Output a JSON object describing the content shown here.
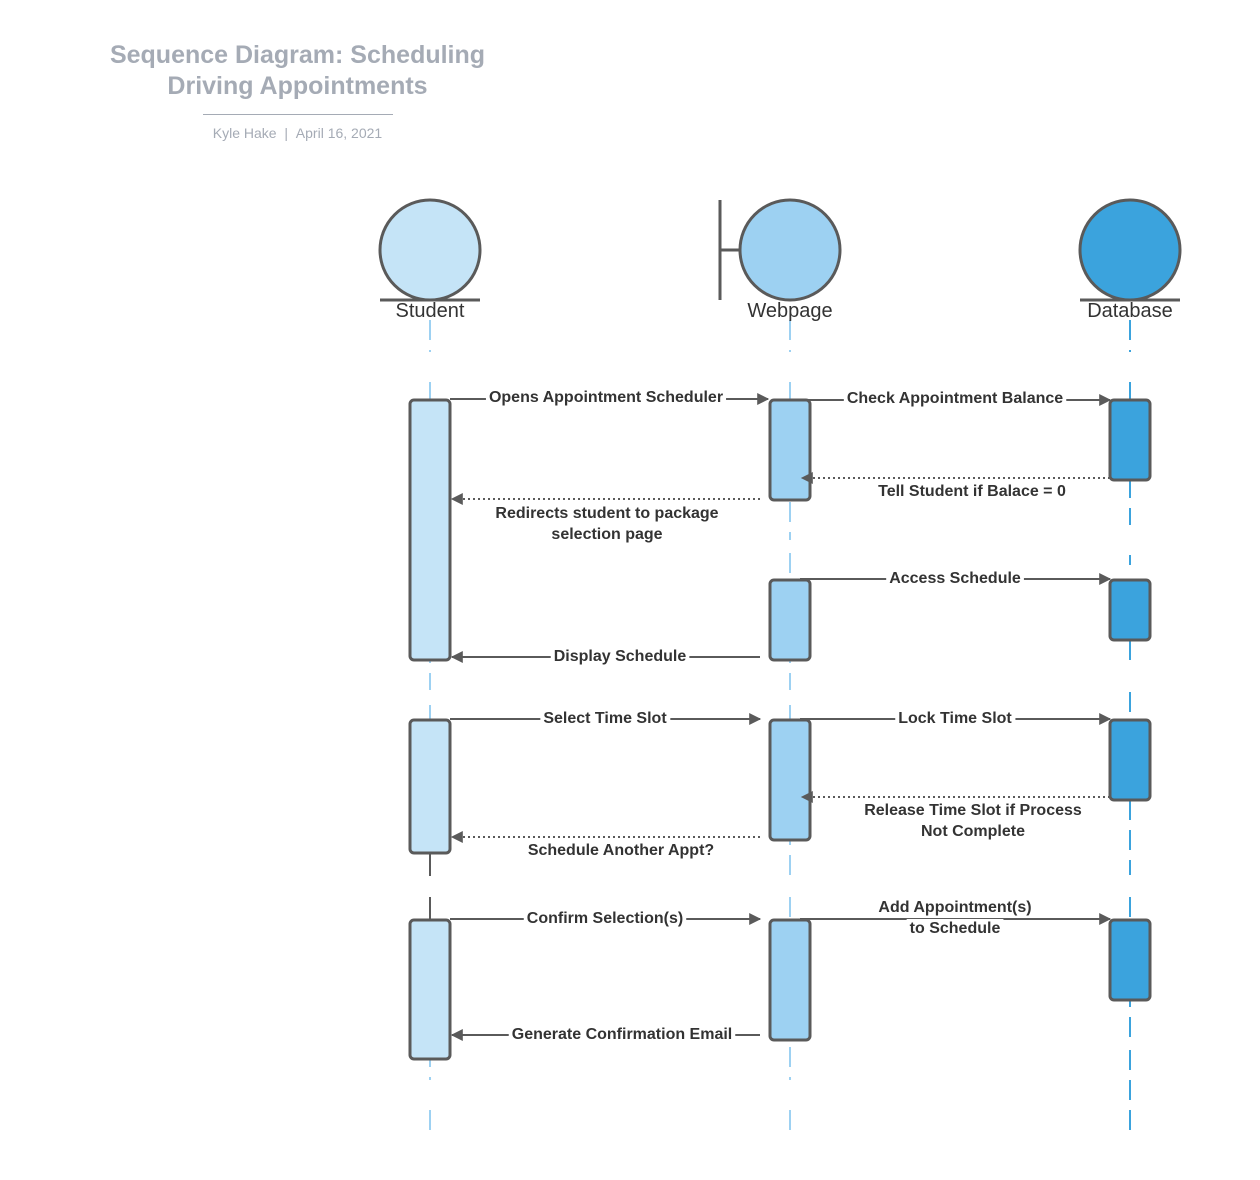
{
  "title": {
    "line1": "Sequence Diagram: Scheduling",
    "line2": "Driving Appointments"
  },
  "byline": {
    "author": "Kyle Hake",
    "separator": "|",
    "date": "April 16, 2021"
  },
  "colors": {
    "student": "#c5e4f7",
    "webpage": "#9dd1f2",
    "database": "#3ba3dd",
    "stroke": "#5a5a5a",
    "lifeline_light": "#9dd1f2",
    "lifeline_dark": "#3ba3dd",
    "title": "#a5abb5",
    "text": "#333333"
  },
  "actors": [
    {
      "name": "Student",
      "icon": "entity-icon"
    },
    {
      "name": "Webpage",
      "icon": "boundary-icon"
    },
    {
      "name": "Database",
      "icon": "entity-icon"
    }
  ],
  "messages": [
    {
      "label": [
        "Opens Appointment Scheduler"
      ],
      "from": "Student",
      "to": "Webpage",
      "style": "solid"
    },
    {
      "label": [
        "Check Appointment Balance"
      ],
      "from": "Webpage",
      "to": "Database",
      "style": "solid"
    },
    {
      "label": [
        "Tell Student if Balace = 0"
      ],
      "from": "Database",
      "to": "Webpage",
      "style": "dotted"
    },
    {
      "label": [
        "Redirects student to package",
        "selection page"
      ],
      "from": "Webpage",
      "to": "Student",
      "style": "dotted"
    },
    {
      "label": [
        "Access Schedule"
      ],
      "from": "Webpage",
      "to": "Database",
      "style": "solid"
    },
    {
      "label": [
        "Display Schedule"
      ],
      "from": "Webpage",
      "to": "Student",
      "style": "solid"
    },
    {
      "label": [
        "Select Time Slot"
      ],
      "from": "Student",
      "to": "Webpage",
      "style": "solid"
    },
    {
      "label": [
        "Lock Time Slot"
      ],
      "from": "Webpage",
      "to": "Database",
      "style": "solid"
    },
    {
      "label": [
        "Release Time Slot if Process",
        "Not Complete"
      ],
      "from": "Database",
      "to": "Webpage",
      "style": "dotted"
    },
    {
      "label": [
        "Schedule Another Appt?"
      ],
      "from": "Webpage",
      "to": "Student",
      "style": "dotted"
    },
    {
      "label": [
        "Confirm Selection(s)"
      ],
      "from": "Student",
      "to": "Webpage",
      "style": "solid"
    },
    {
      "label": [
        "Add Appointment(s)",
        "to Schedule"
      ],
      "from": "Webpage",
      "to": "Database",
      "style": "solid"
    },
    {
      "label": [
        "Generate Confirmation Email"
      ],
      "from": "Webpage",
      "to": "Student",
      "style": "solid"
    }
  ]
}
